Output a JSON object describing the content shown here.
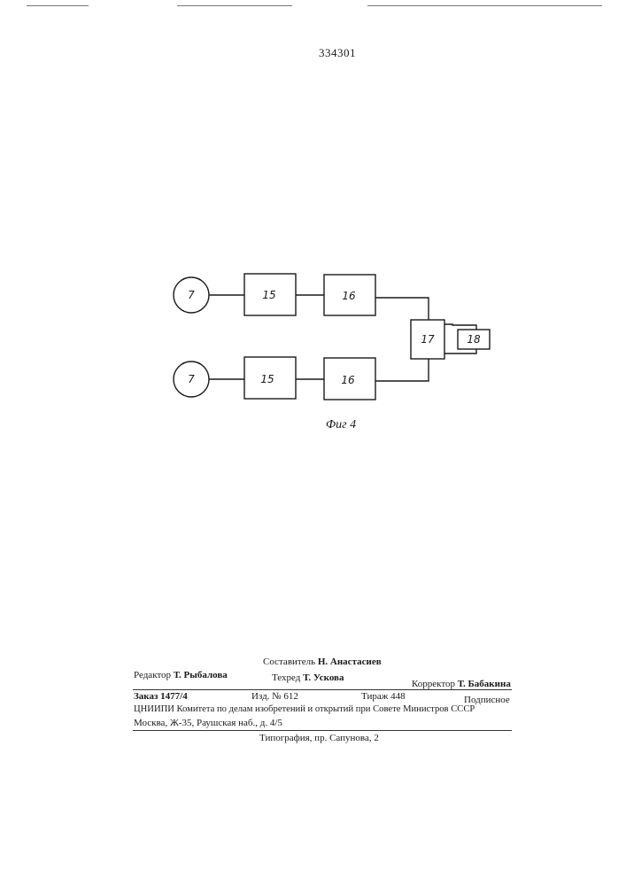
{
  "document": {
    "number": "334301"
  },
  "figure": {
    "caption": "Фиг 4",
    "blocks": {
      "sensor_top": "7",
      "sensor_bottom": "7",
      "amp_top": "15",
      "amp_bottom": "15",
      "conv_top": "16",
      "conv_bottom": "16",
      "mixer": "17",
      "indicator": "18"
    }
  },
  "imprint": {
    "compiler_label": "Составитель",
    "compiler_name": "Н. Анастасиев",
    "editor_label": "Редактор",
    "editor_name": "Т. Рыбалова",
    "techeditor_label": "Техред",
    "techeditor_name": "Т. Ускова",
    "corrector_label": "Корректор",
    "corrector_name": "Т. Бабакина",
    "order": "Заказ 1477/4",
    "edition": "Изд. № 612",
    "circulation": "Тираж 448",
    "subscription": "Подписное",
    "publisher_line": "ЦНИИПИ Комитета по делам изобретений и открытий при Совете Министров СССР",
    "address_line": "Москва, Ж-35, Раушская наб., д. 4/5",
    "printing_house": "Типография, пр. Сапунова, 2"
  }
}
